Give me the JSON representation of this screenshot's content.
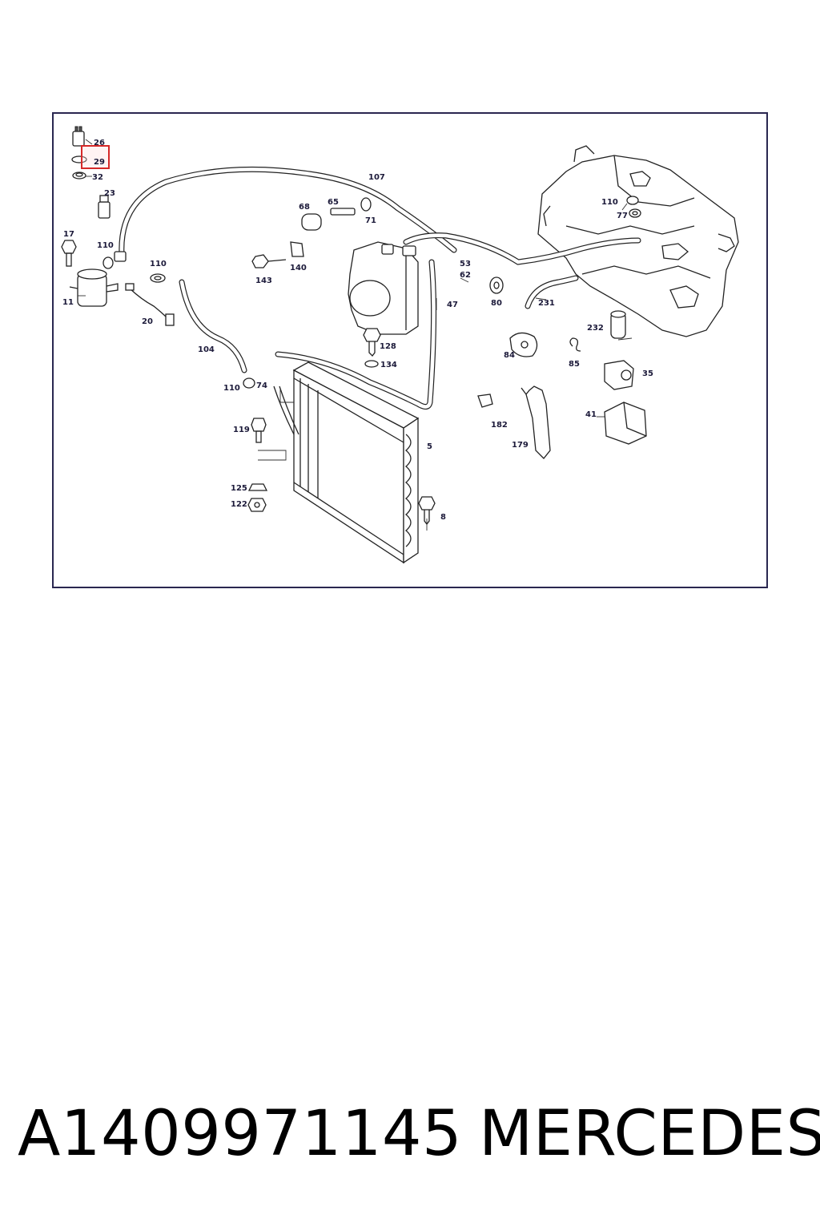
{
  "diagram": {
    "callouts": {
      "c26": "26",
      "c29": "29",
      "c32": "32",
      "c23": "23",
      "c17": "17",
      "c110a": "110",
      "c11": "11",
      "c110b": "110",
      "c20": "20",
      "c104": "104",
      "c107": "107",
      "c68": "68",
      "c65": "65",
      "c71": "71",
      "c143": "143",
      "c140": "140",
      "c53": "53",
      "c62": "62",
      "c47": "47",
      "c128": "128",
      "c134": "134",
      "c110c": "110",
      "c77": "77",
      "c80": "80",
      "c231": "231",
      "c232": "232",
      "c84": "84",
      "c85": "85",
      "c35": "35",
      "c110d": "110",
      "c74": "74",
      "c119": "119",
      "c182": "182",
      "c41": "41",
      "c179": "179",
      "c5": "5",
      "c125": "125",
      "c122": "122",
      "c8": "8"
    },
    "highlight_color": "#d62828",
    "line_color": "#222222",
    "frame_color": "#2a2750"
  },
  "footer": {
    "part_number": "A1409971145",
    "brand": "MERCEDES"
  }
}
